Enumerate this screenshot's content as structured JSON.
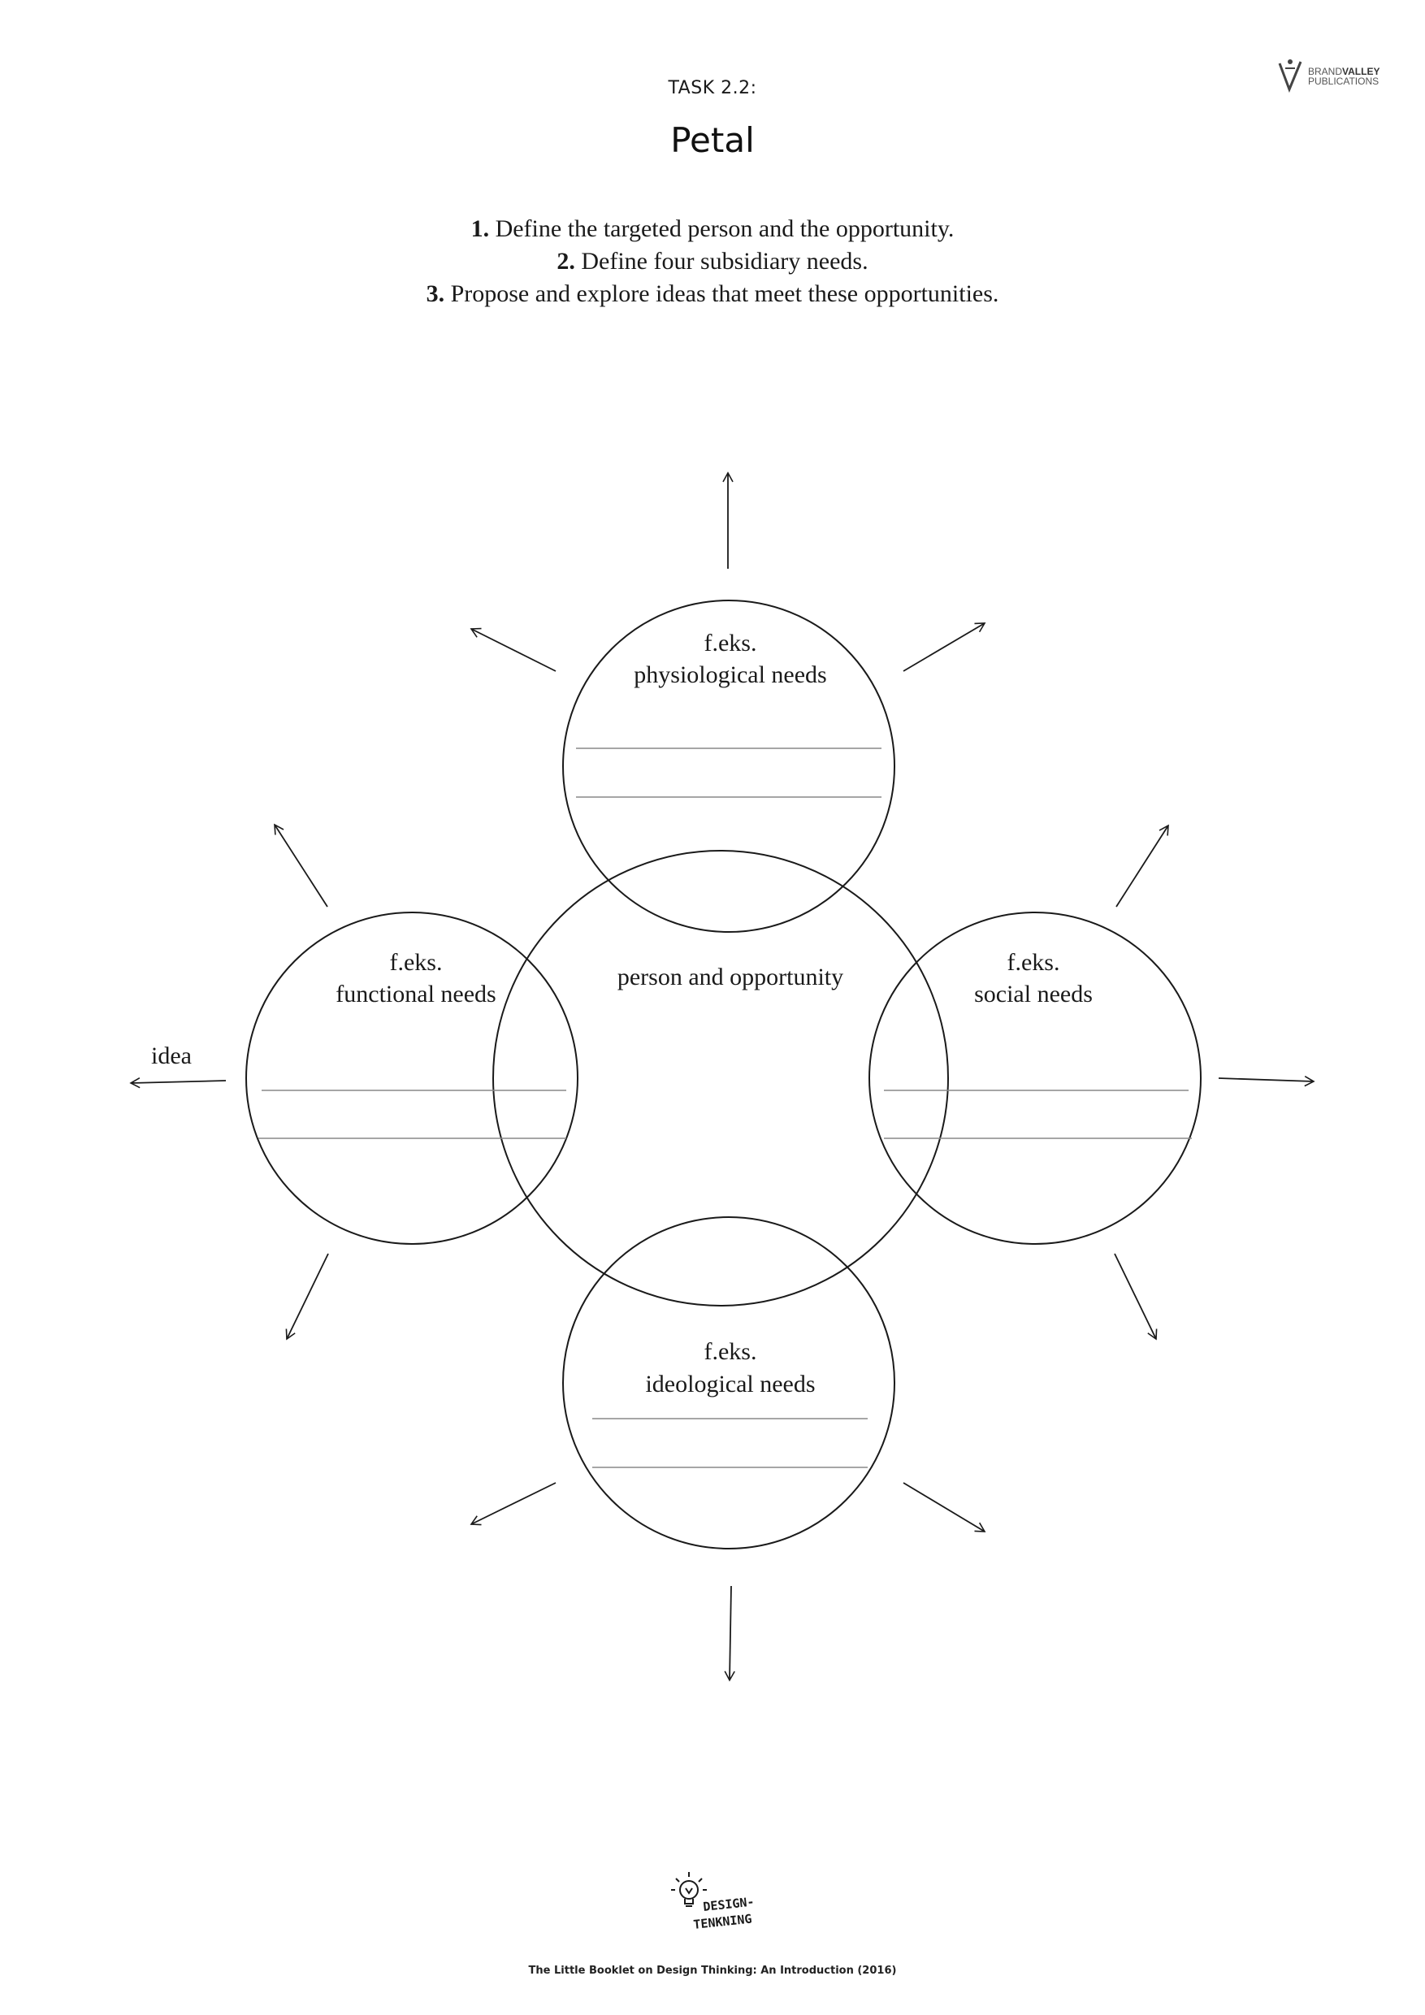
{
  "brand": {
    "line1_light": "BRAND",
    "line1_bold": "VALLEY",
    "line2": "PUBLICATIONS",
    "logo_icon": "brandvalley-v-icon"
  },
  "header": {
    "task_label": "TASK 2.2:",
    "title": "Petal"
  },
  "instructions": [
    {
      "num": "1.",
      "text": " Define the targeted person and the opportunity."
    },
    {
      "num": "2.",
      "text": " Define four subsidiary needs."
    },
    {
      "num": "3.",
      "text": " Propose and explore ideas that meet these opportunities."
    }
  ],
  "diagram": {
    "center_label": "person and opportunity",
    "top": {
      "prefix": "f.eks.",
      "label": "physiological needs"
    },
    "left": {
      "prefix": "f.eks.",
      "label": "functional needs"
    },
    "right": {
      "prefix": "f.eks.",
      "label": "social needs"
    },
    "bottom": {
      "prefix": "f.eks.",
      "label": "ideological needs"
    },
    "idea_label": "idea"
  },
  "footer": {
    "logo_line1": "DESIGN-",
    "logo_line2": "TENKNING",
    "logo_icon": "lightbulb-icon",
    "caption": "The Little Booklet on Design Thinking: An Introduction (2016)"
  },
  "colors": {
    "ink": "#1a1a1a",
    "rule": "#888888"
  }
}
